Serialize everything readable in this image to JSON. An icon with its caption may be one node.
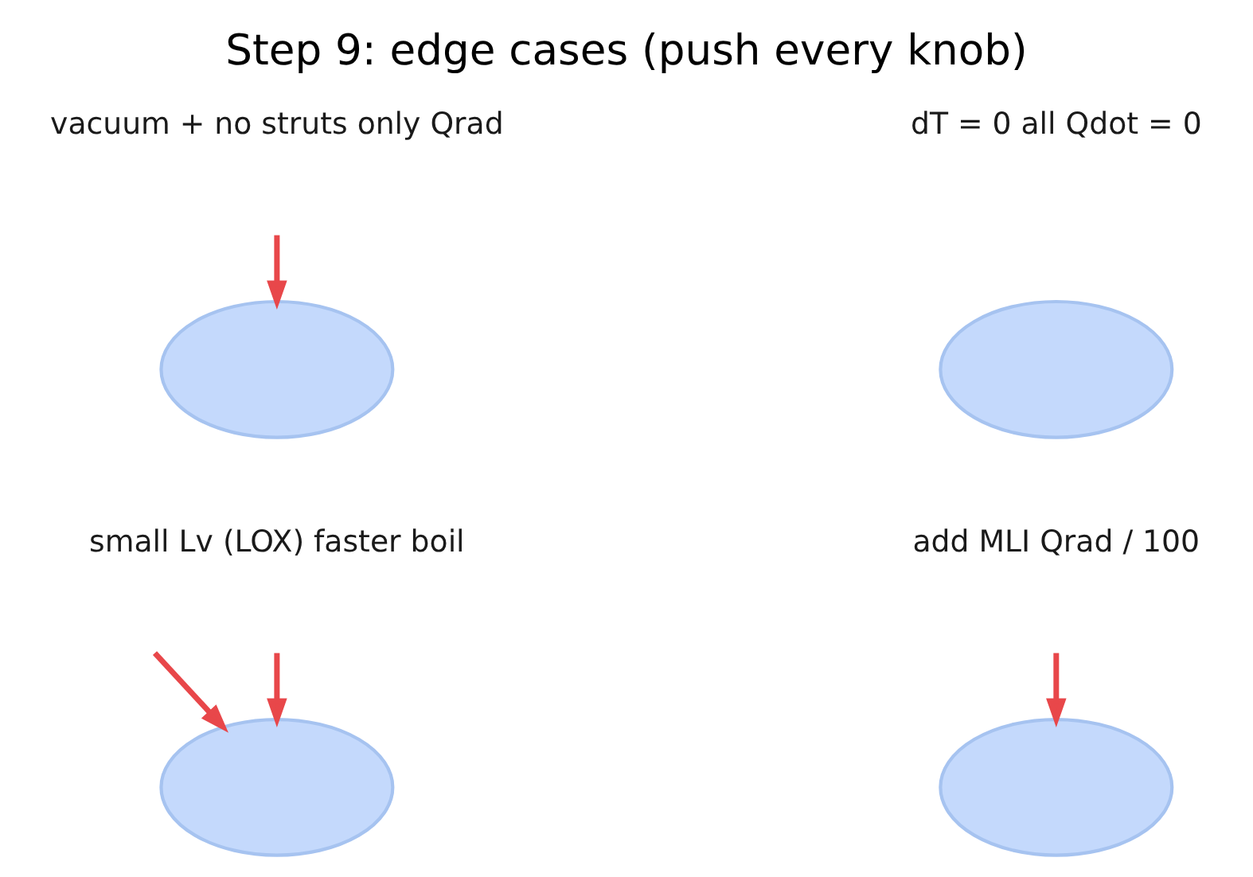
{
  "diagram": {
    "title": "Step 9: edge cases (push every knob)",
    "nodes": [
      {
        "text": [],
        "shape": "ellipse"
      },
      {
        "text": [],
        "shape": "ellipse"
      },
      {
        "text": [],
        "shape": "ellipse"
      },
      {
        "text": [],
        "shape": "ellipse"
      }
    ],
    "edges": [
      {
        "from": null,
        "to": 0,
        "arrow": "to"
      },
      {
        "from": null,
        "to": 2,
        "arrow": "to"
      },
      {
        "from": null,
        "to": 2,
        "arrow": "to"
      },
      {
        "from": null,
        "to": 3,
        "arrow": "to"
      }
    ],
    "labels": [
      "vacuum + no struts only Qrad",
      "dT = 0 all Qdot = 0",
      "small Lv (LOX) faster boil",
      "add MLI Qrad / 100"
    ]
  }
}
